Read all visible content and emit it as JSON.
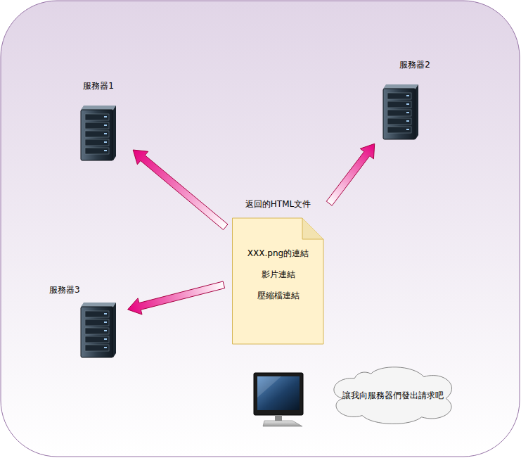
{
  "diagram": {
    "nodes": [
      {
        "text": [
          "服務器1"
        ]
      },
      {
        "text": [
          "服務器2"
        ]
      },
      {
        "text": [
          "返回的HTML文件",
          "XXX.png的連結",
          "影片連結",
          "壓縮檔連結"
        ]
      },
      {
        "text": [
          "服務器3"
        ]
      },
      {
        "text": [
          "讓我向服務器們發出請求吧"
        ]
      }
    ],
    "edges": [
      {
        "from": 2,
        "to": 0,
        "arrow": "to"
      },
      {
        "from": 2,
        "to": 1,
        "arrow": "to"
      },
      {
        "from": 2,
        "to": 3,
        "arrow": "to"
      }
    ]
  }
}
